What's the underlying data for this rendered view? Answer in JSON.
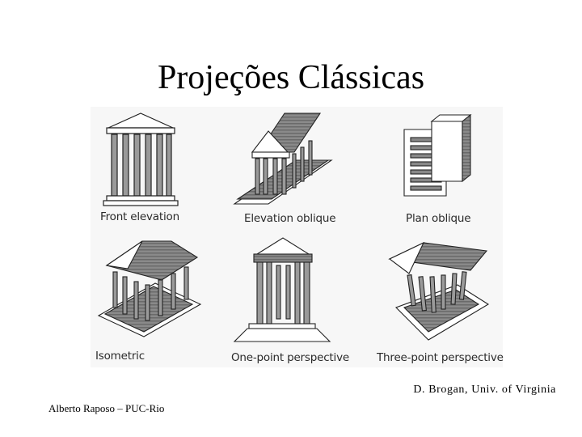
{
  "slide": {
    "title": "Projeções Clássicas",
    "credit": "D. Brogan, Univ. of Virginia",
    "footer": "Alberto Raposo – PUC-Rio"
  },
  "figure": {
    "panels": [
      {
        "id": "front-elevation",
        "caption": "Front elevation"
      },
      {
        "id": "elevation-oblique",
        "caption": "Elevation oblique"
      },
      {
        "id": "plan-oblique",
        "caption": "Plan oblique"
      },
      {
        "id": "isometric",
        "caption": "Isometric"
      },
      {
        "id": "one-point-perspective",
        "caption": "One-point perspective"
      },
      {
        "id": "three-point-perspective",
        "caption": "Three-point perspective"
      }
    ]
  }
}
